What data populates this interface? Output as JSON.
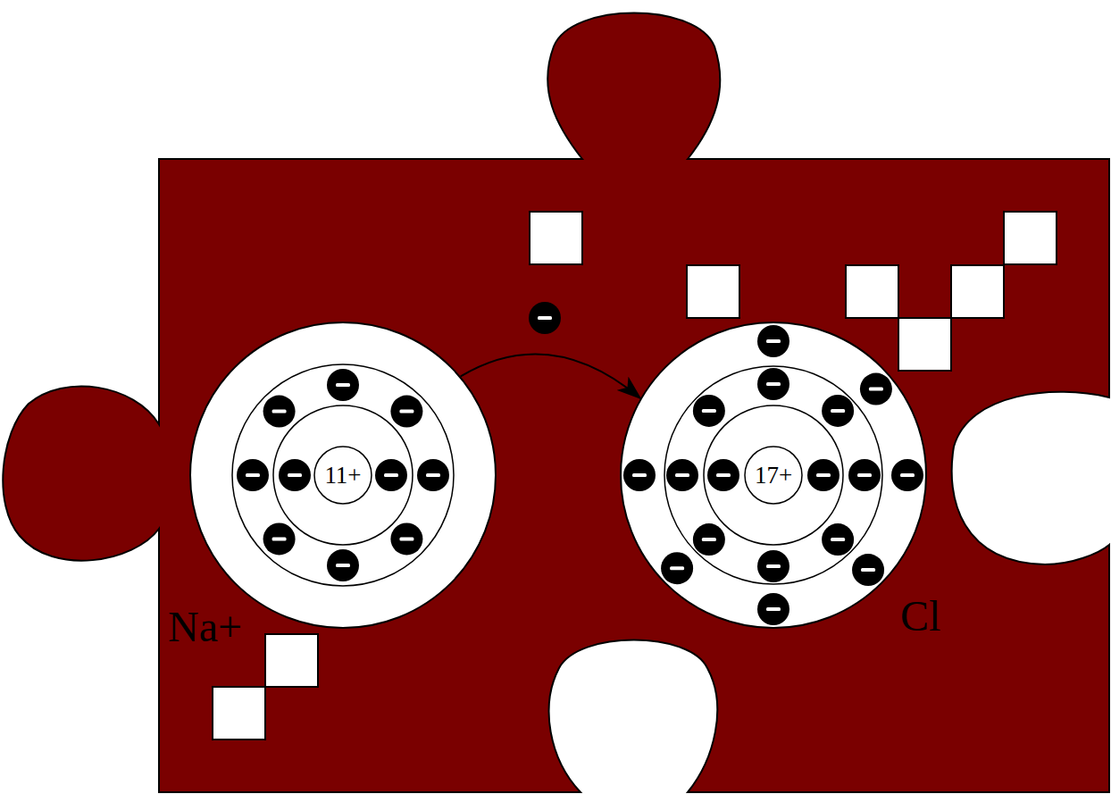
{
  "diagram": {
    "nodes": [
      {
        "text": [
          "Na+"
        ]
      },
      {
        "text": [
          "11+"
        ],
        "in": 0
      },
      {
        "text": [
          "Cl"
        ]
      },
      {
        "text": [
          "17+"
        ],
        "in": 2
      }
    ],
    "edges": [
      {
        "from": 0,
        "to": 2,
        "arrow": "to"
      }
    ]
  }
}
